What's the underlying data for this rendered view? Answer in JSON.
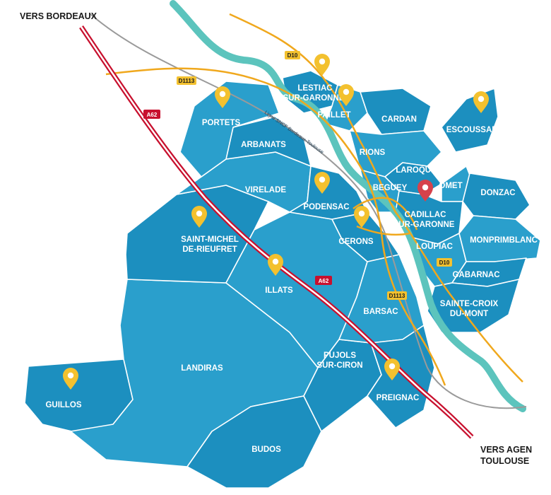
{
  "directions": {
    "north": "VERS BORDEAUX",
    "south_line1": "VERS AGEN",
    "south_line2": "TOULOUSE"
  },
  "railway_label": "Ligne SNCF Bordeaux-Toulouse",
  "roads": {
    "a62_north": "A62",
    "a62_south": "A62",
    "d10_north": "D10",
    "d10_south": "D10",
    "d1113_north": "D1113",
    "d1113_south": "D1113"
  },
  "communes": {
    "portets": "PORTETS",
    "arbanats": "ARBANATS",
    "virelade": "VIRELADE",
    "podensac": "PODENSAC",
    "saint_michel_1": "SAINT-MICHEL",
    "saint_michel_2": "DE-RIEUFRET",
    "illats": "ILLATS",
    "cerons": "CERONS",
    "barsac": "BARSAC",
    "landiras": "LANDIRAS",
    "guillos": "GUILLOS",
    "budos": "BUDOS",
    "pujols_1": "PUJOLS",
    "pujols_2": "SUR-CIRON",
    "preignac": "PREIGNAC",
    "lestiac_1": "LESTIAC",
    "lestiac_2": "SUR-GARONNE",
    "paillet": "PAILLET",
    "cardan": "CARDAN",
    "rions": "RIONS",
    "escoussans": "ESCOUSSANS",
    "laroque": "LAROQUE",
    "beguey": "BEGUEY",
    "omet": "OMET",
    "donzac": "DONZAC",
    "cadillac_1": "CADILLAC",
    "cadillac_2": "SUR-GARONNE",
    "loupiac": "LOUPIAC",
    "monprimblanc": "MONPRIMBLANC",
    "gabarnac": "GABARNAC",
    "sainte_croix_1": "SAINTE-CROIX",
    "sainte_croix_2": "DU-MONT"
  },
  "colors": {
    "commune_fill": "#1c8fbf",
    "commune_fill_alt": "#2a9fcc",
    "garonne": "#5cc4bd",
    "motorway": "#c8102e",
    "secondary_road": "#f0a81d",
    "railway": "#9a9a9a",
    "marker_yellow": "#f3c12f",
    "marker_red": "#d6424c",
    "badge_yellow": "#f3c12f",
    "badge_red": "#c8102e"
  },
  "markers": [
    {
      "icon": "yellow-marker-icon",
      "place": "PORTETS"
    },
    {
      "icon": "yellow-marker-icon",
      "place": "LESTIAC SUR-GARONNE"
    },
    {
      "icon": "yellow-marker-icon",
      "place": "PAILLET"
    },
    {
      "icon": "yellow-marker-icon",
      "place": "ESCOUSSANS"
    },
    {
      "icon": "yellow-marker-icon",
      "place": "PODENSAC"
    },
    {
      "icon": "yellow-marker-icon",
      "place": "CERONS"
    },
    {
      "icon": "yellow-marker-icon",
      "place": "SAINT-MICHEL DE-RIEUFRET"
    },
    {
      "icon": "yellow-marker-icon",
      "place": "ILLATS"
    },
    {
      "icon": "yellow-marker-icon",
      "place": "GUILLOS"
    },
    {
      "icon": "yellow-marker-icon",
      "place": "PREIGNAC"
    },
    {
      "icon": "red-marker-icon",
      "place": "CADILLAC SUR-GARONNE"
    }
  ]
}
